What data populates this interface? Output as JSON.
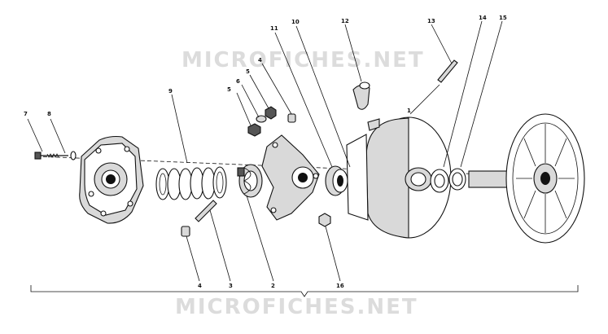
{
  "watermark": {
    "top_text": "MICROFICHES.NET",
    "bottom_text": "MICROFICHES.NET"
  },
  "callouts": {
    "c1": "1",
    "c2": "2",
    "c3": "3",
    "c4a": "4",
    "c4b": "4",
    "c5a": "5",
    "c5b": "5",
    "c6": "6",
    "c7": "7",
    "c8": "8",
    "c9": "9",
    "c10": "10",
    "c11": "11",
    "c12": "12",
    "c13": "13",
    "c14": "14",
    "c15": "15",
    "c16": "16"
  },
  "colors": {
    "ink": "#111111",
    "part_fill": "#d9d9d9",
    "watermark": "#dcdcdc"
  }
}
